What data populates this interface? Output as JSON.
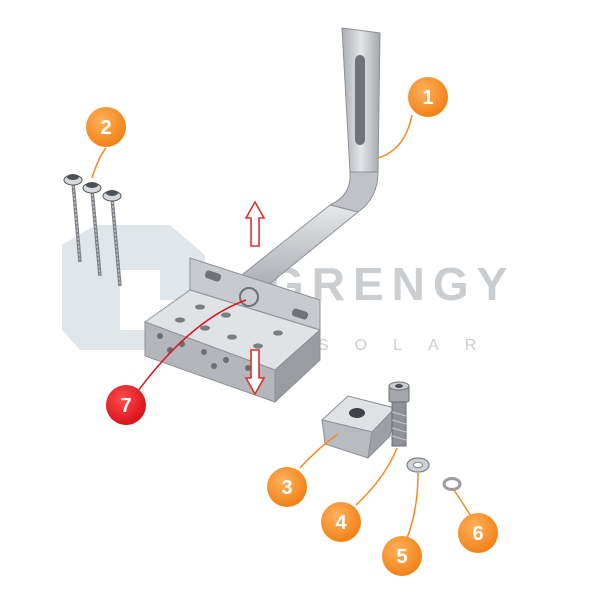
{
  "watermark": {
    "brand": "GRENGY",
    "sub": "SOLAR",
    "text_color": "#c3c6c9",
    "logo_color": "#d5dde3"
  },
  "colors": {
    "badge_orange": "#f58a1f",
    "badge_red": "#e0141e",
    "leader_orange": "#f58a1f",
    "leader_red": "#e0141e",
    "arrow_red": "#e0302a",
    "metal_light": "#d9dcdf",
    "metal_mid": "#b5b9bd",
    "metal_dark": "#8d9196"
  },
  "parts": [
    {
      "number": "1",
      "part": "roof-hook-arm",
      "color": "orange"
    },
    {
      "number": "2",
      "part": "self-tapping-screws",
      "color": "orange"
    },
    {
      "number": "3",
      "part": "slot-nut",
      "color": "orange"
    },
    {
      "number": "4",
      "part": "hex-socket-bolt",
      "color": "orange"
    },
    {
      "number": "5",
      "part": "flat-washer",
      "color": "orange"
    },
    {
      "number": "6",
      "part": "spring-washer",
      "color": "orange"
    },
    {
      "number": "7",
      "part": "adjustable-base-bracket",
      "color": "red"
    }
  ]
}
